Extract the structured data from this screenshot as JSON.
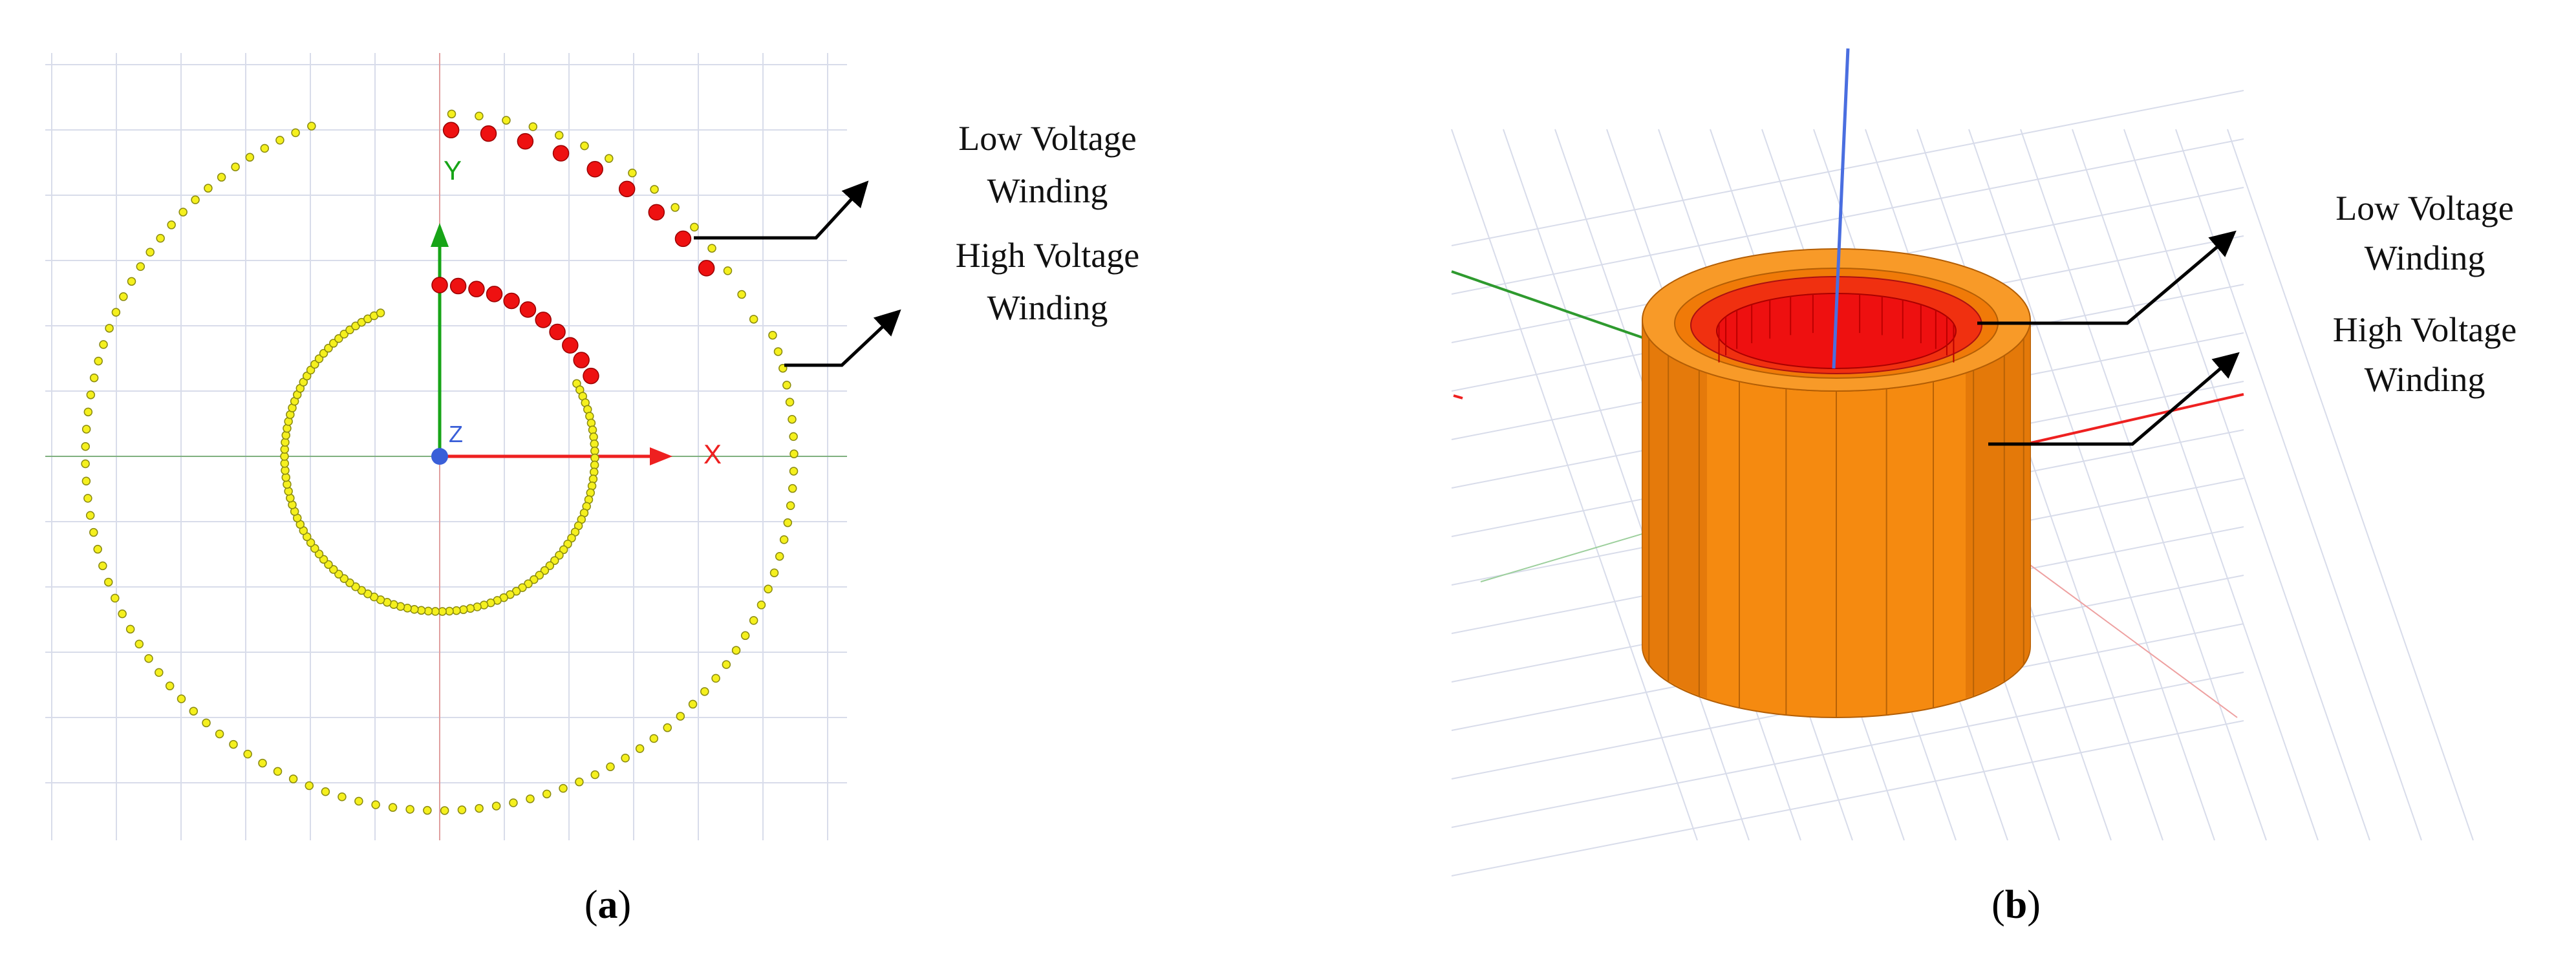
{
  "panel_a": {
    "axes": {
      "x_label": "X",
      "y_label": "Y",
      "z_label": "Z"
    },
    "labels": {
      "low_voltage": [
        "Low Voltage",
        "Winding"
      ],
      "high_voltage": [
        "High Voltage",
        "Winding"
      ]
    },
    "caption": {
      "open": "(",
      "letter": "a",
      "close": ")"
    }
  },
  "panel_b": {
    "labels": {
      "low_voltage": [
        "Low Voltage",
        "Winding"
      ],
      "high_voltage": [
        "High Voltage",
        "Winding"
      ]
    },
    "caption": {
      "open": "(",
      "letter": "b",
      "close": ")"
    }
  },
  "colors": {
    "dot_yellow": "#f5f01e",
    "dot_red": "#ee1111",
    "axis_x": "#ee2020",
    "axis_y": "#17a417",
    "axis_z": "#3a5fd8",
    "hv_orange": "#f58a10",
    "lv_red": "#ee1010",
    "grid": "#d8dcea"
  }
}
